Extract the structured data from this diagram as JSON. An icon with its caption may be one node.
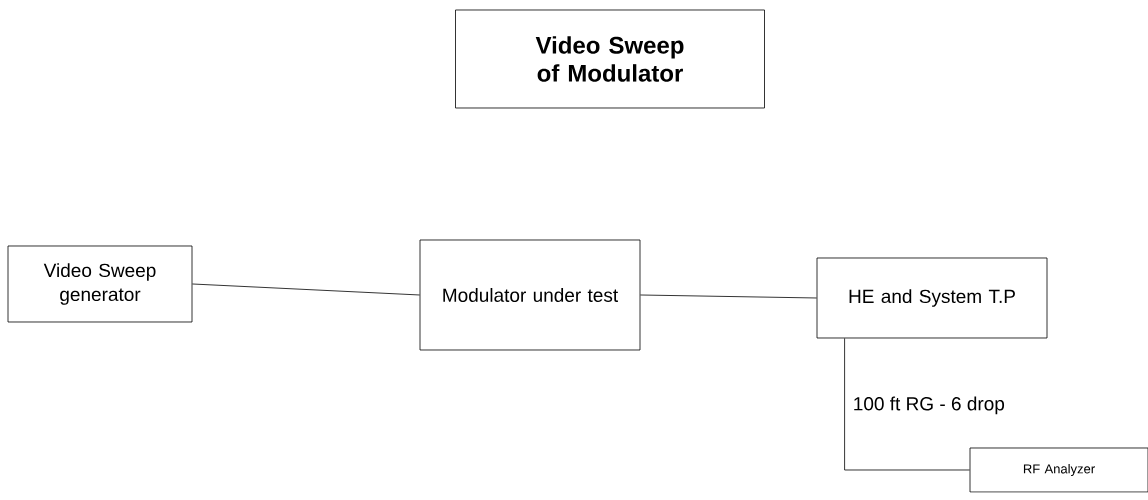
{
  "diagram": {
    "title": "Video Sweep of Modulator",
    "nodes": [
      {
        "text": [
          "Video Sweep generator"
        ]
      },
      {
        "text": [
          "Modulator under test"
        ]
      },
      {
        "text": [
          "HE and System T.P"
        ]
      },
      {
        "text": [
          "RF Analyzer"
        ]
      }
    ],
    "edges": [
      {
        "from": 0,
        "to": 1,
        "arrow": "none"
      },
      {
        "from": 1,
        "to": 2,
        "arrow": "none"
      },
      {
        "from": 2,
        "to": 3,
        "arrow": "none",
        "label": "100 ft RG - 6 drop"
      }
    ]
  }
}
